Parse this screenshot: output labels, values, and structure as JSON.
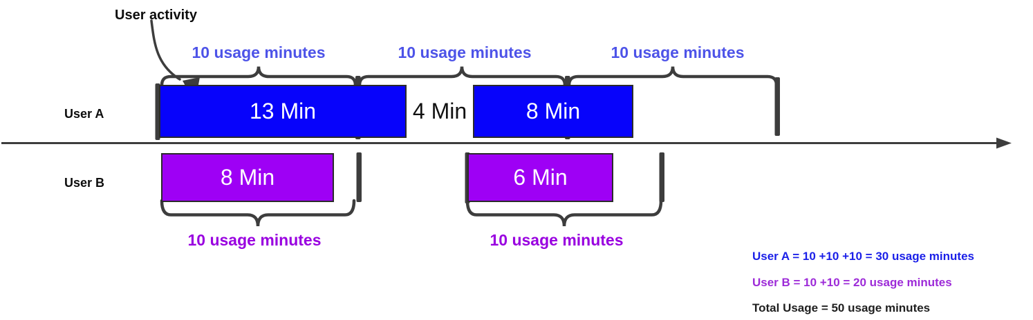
{
  "annotation": {
    "label": "User activity"
  },
  "colors": {
    "bar_blue": "#0703fb",
    "bar_purple": "#9e00f5",
    "label_blue": "#4d53e8",
    "label_purple": "#9900e0",
    "summary_blue": "#1a1fe8",
    "summary_purple": "#9d2bd8",
    "line_dark": "#3d3d3d"
  },
  "user_a": {
    "name": "User A",
    "bars": [
      {
        "label": "13 Min",
        "minutes": 13
      },
      {
        "label": "8 Min",
        "minutes": 8
      }
    ],
    "gap_label": "4 Min",
    "gap_minutes": 4,
    "usage_blocks": [
      {
        "label": "10 usage minutes",
        "minutes": 10
      },
      {
        "label": "10 usage minutes",
        "minutes": 10
      },
      {
        "label": "10 usage minutes",
        "minutes": 10
      }
    ]
  },
  "user_b": {
    "name": "User B",
    "bars": [
      {
        "label": "8 Min",
        "minutes": 8
      },
      {
        "label": "6 Min",
        "minutes": 6
      }
    ],
    "usage_blocks": [
      {
        "label": "10 usage minutes",
        "minutes": 10
      },
      {
        "label": "10 usage minutes",
        "minutes": 10
      }
    ]
  },
  "summary": {
    "user_a": "User A = 10 +10 +10 = 30 usage minutes",
    "user_b": "User B = 10 +10 = 20 usage minutes",
    "total": "Total Usage = 50 usage minutes"
  }
}
